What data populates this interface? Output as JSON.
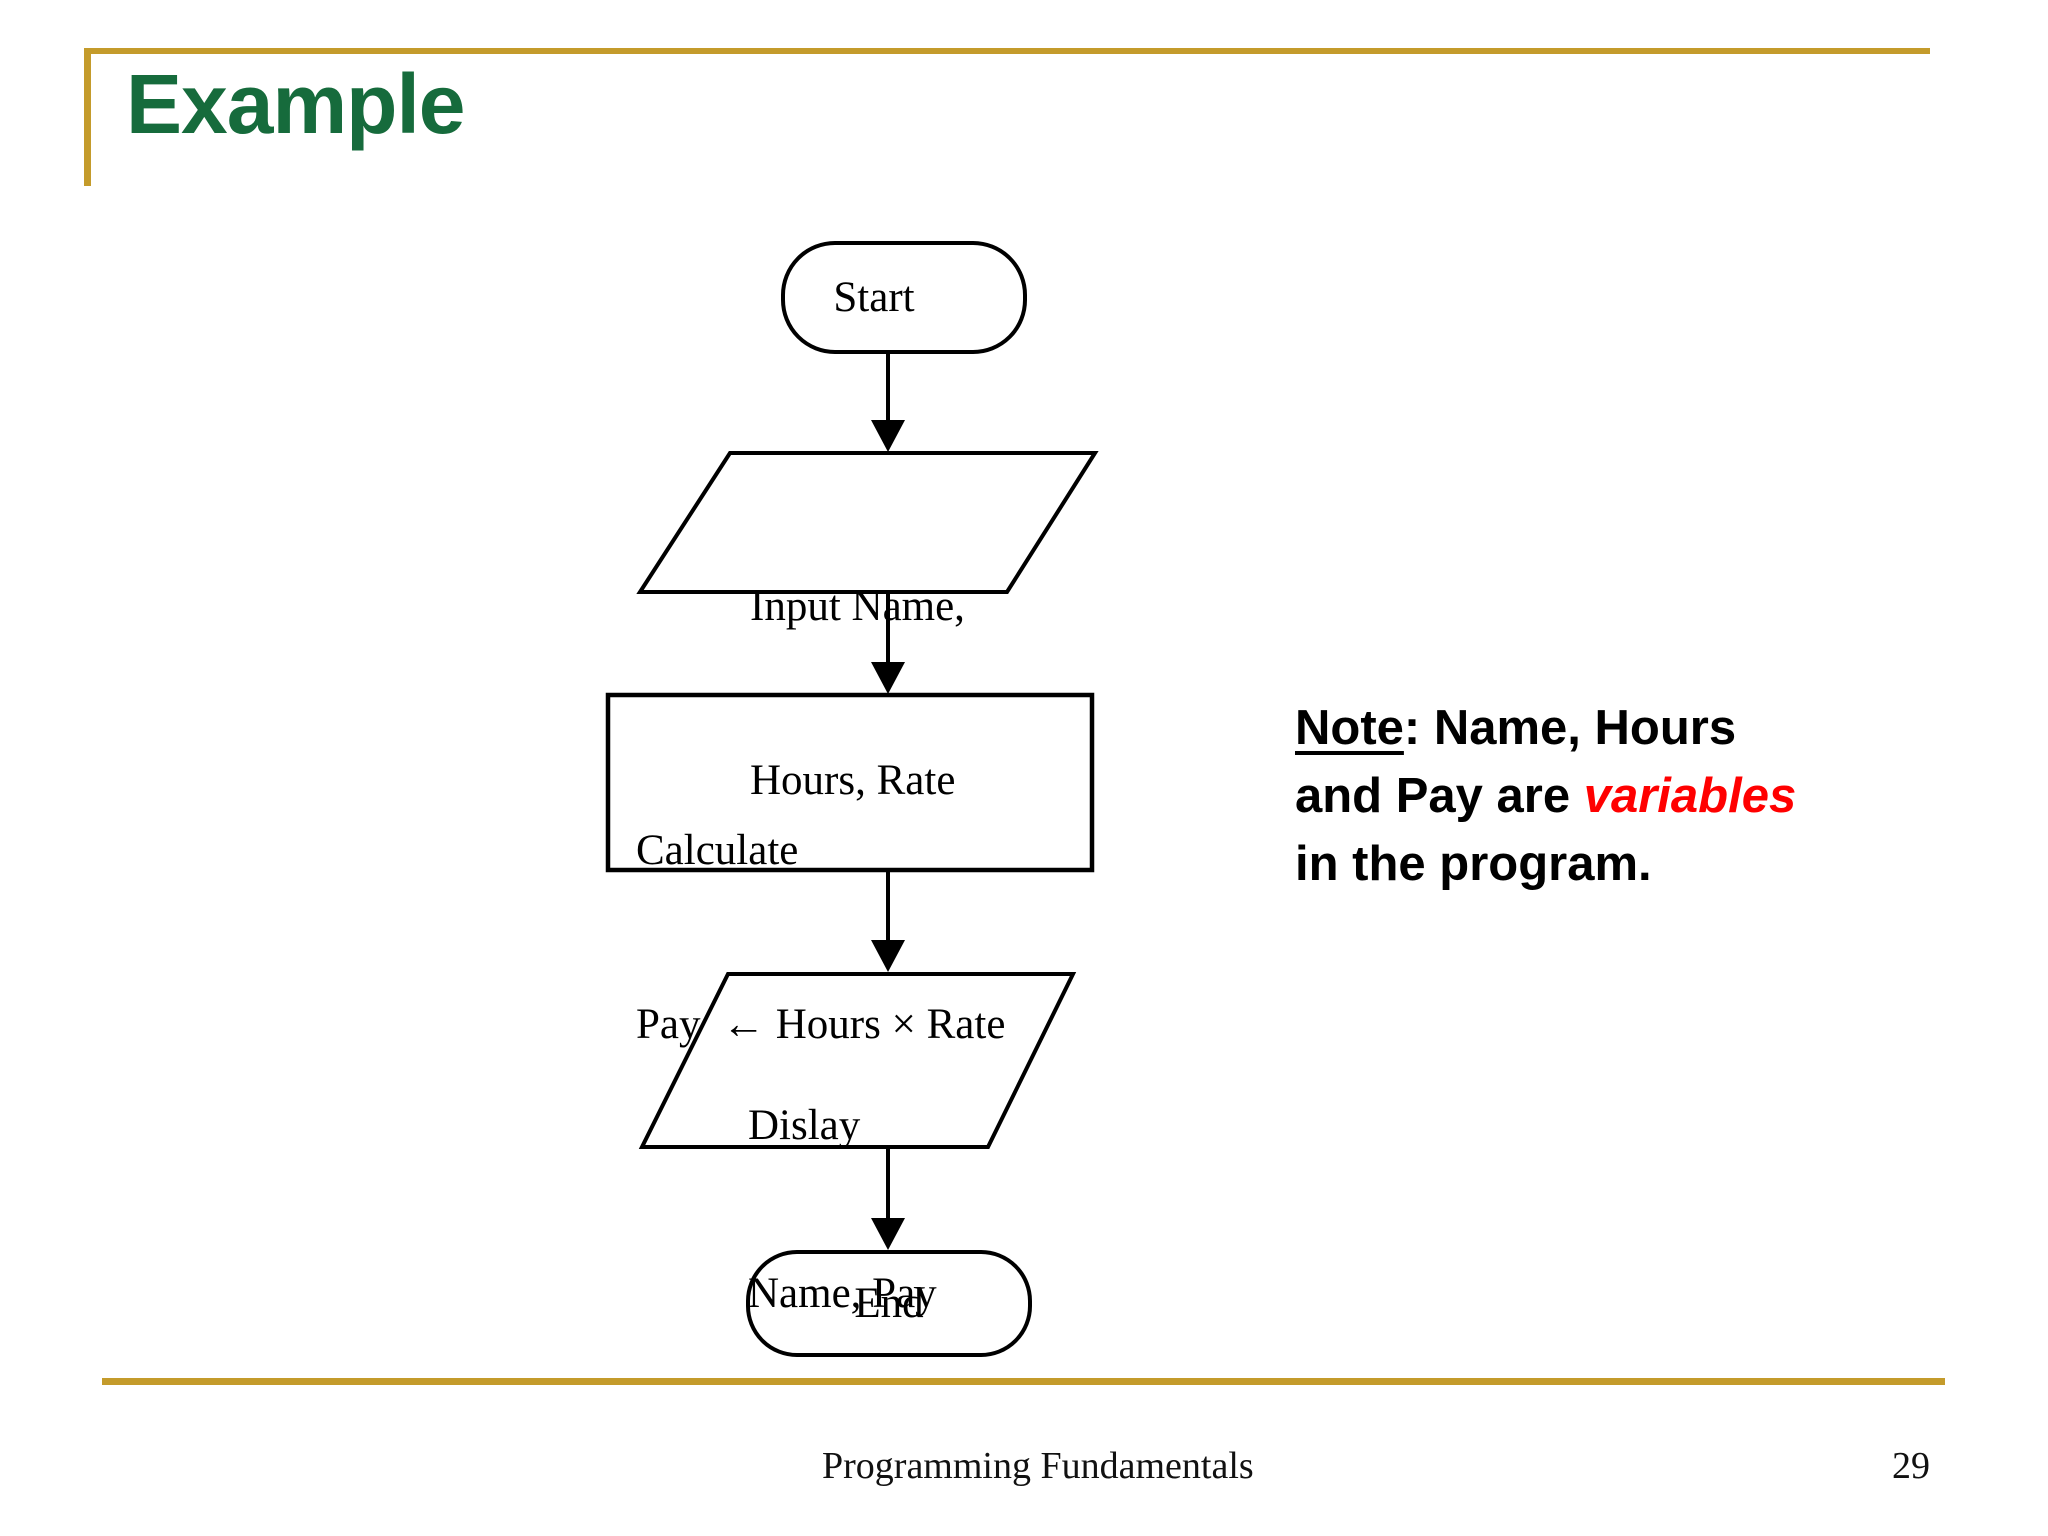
{
  "slide": {
    "title": "Example",
    "footer": "Programming Fundamentals",
    "page_number": "29"
  },
  "colors": {
    "title_green": "#166B3C",
    "accent_gold": "#C49B2B",
    "note_red": "#FF0000",
    "shape_stroke": "#000000"
  },
  "flowchart": {
    "start": {
      "label": "Start"
    },
    "input": {
      "line1": "Input Name,",
      "line2": "Hours, Rate"
    },
    "process": {
      "line1": "Calculate",
      "line2": "Pay  ← Hours × Rate"
    },
    "display": {
      "line1": "Dislay",
      "line2": "Name, Pay"
    },
    "end": {
      "label": "End"
    }
  },
  "note": {
    "line1_label": "Note",
    "line1_rest": ": Name, Hours",
    "line2_text": "and Pay are ",
    "line2_highlight": "variables",
    "line3_text": "in the program."
  }
}
